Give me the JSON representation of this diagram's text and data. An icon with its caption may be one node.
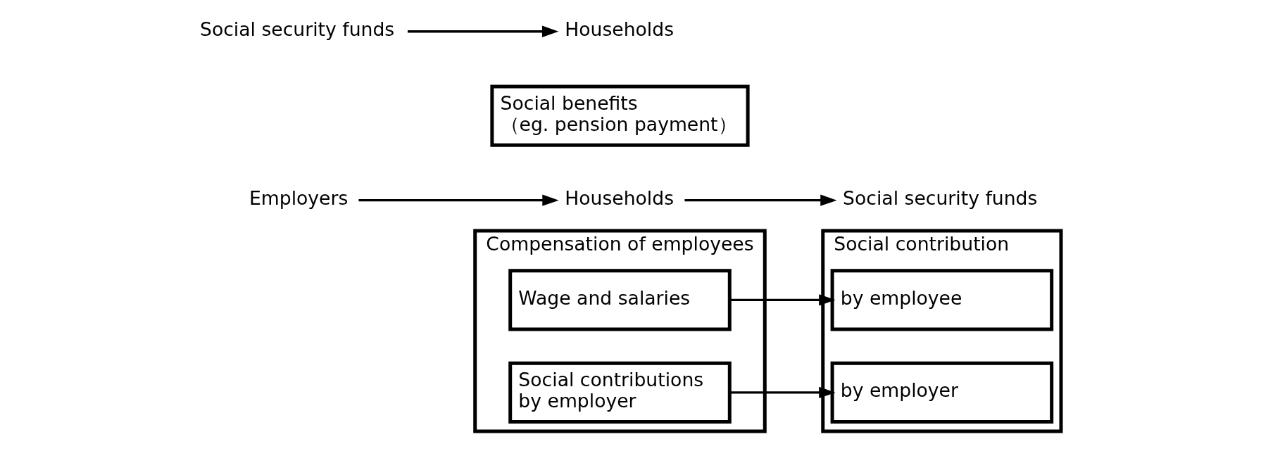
{
  "diagram": {
    "nodes": [
      {
        "text": [
          "Employers"
        ]
      },
      {
        "text": [
          "Households"
        ]
      },
      {
        "text": [
          "Social security funds"
        ]
      },
      {
        "text": [
          "Compensation of employees"
        ]
      },
      {
        "text": [
          "Wage and salaries"
        ],
        "in": 3
      },
      {
        "text": [
          "Social contributions",
          "by employer"
        ],
        "in": 3
      },
      {
        "text": [
          "Social contribution"
        ]
      },
      {
        "text": [
          "by employee"
        ],
        "in": 6
      },
      {
        "text": [
          "by employer"
        ],
        "in": 6
      },
      {
        "text": [
          "Social security funds"
        ]
      },
      {
        "text": [
          "Households"
        ]
      },
      {
        "text": [
          "Social benefits",
          "（eg. pension payment）"
        ]
      }
    ],
    "edges": [
      {
        "from": 0,
        "to": 1,
        "arrow": "to"
      },
      {
        "from": 1,
        "to": 2,
        "arrow": "to"
      },
      {
        "from": 4,
        "to": 7,
        "arrow": "to"
      },
      {
        "from": 5,
        "to": 8,
        "arrow": "to"
      },
      {
        "from": 9,
        "to": 10,
        "arrow": "to"
      }
    ]
  }
}
